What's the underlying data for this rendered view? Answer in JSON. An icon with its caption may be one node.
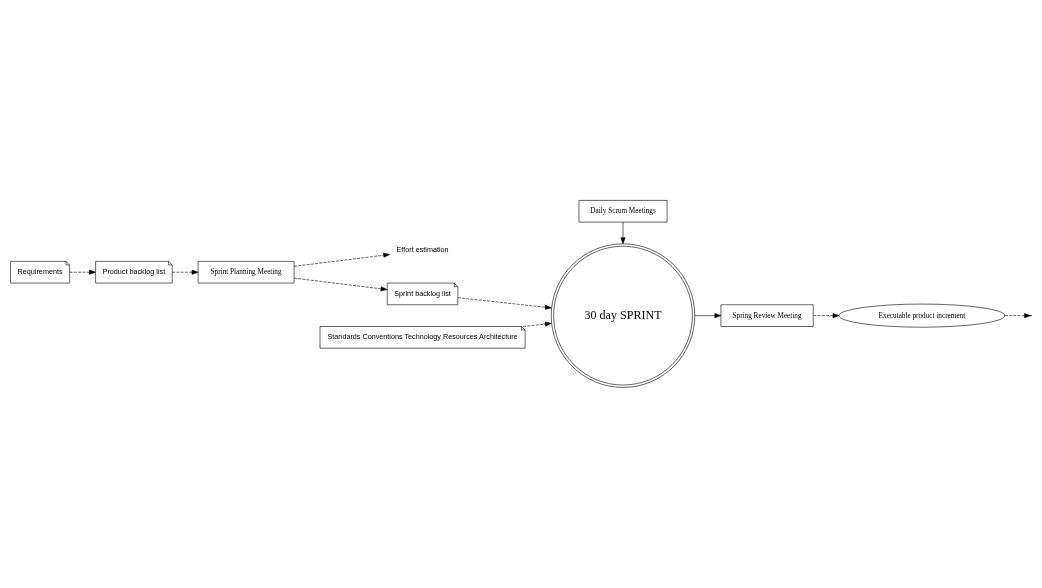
{
  "diagram": {
    "nodes": [
      {
        "text": [
          "Requirements"
        ]
      },
      {
        "text": [
          "Product backlog list"
        ]
      },
      {
        "text": [
          "Sprint Planning Meeting"
        ]
      },
      {
        "text": [
          "Effort estimation"
        ]
      },
      {
        "text": [
          "Sprint backlog list"
        ]
      },
      {
        "text": [
          "Standards Conventions Technology Resources Architecture"
        ]
      },
      {
        "text": [
          "Daily Scrum Meetings"
        ]
      },
      {
        "text": [
          "30 day SPRINT"
        ]
      },
      {
        "text": [
          "Spring Review Meeting"
        ]
      },
      {
        "text": [
          "Executable product increment"
        ]
      }
    ],
    "edges": [
      {
        "from": 0,
        "to": 1,
        "arrow": "to",
        "style": "dashed"
      },
      {
        "from": 1,
        "to": 2,
        "arrow": "to",
        "style": "dashed"
      },
      {
        "from": 2,
        "to": 3,
        "arrow": "to",
        "style": "dashed"
      },
      {
        "from": 2,
        "to": 4,
        "arrow": "to",
        "style": "dashed"
      },
      {
        "from": 4,
        "to": 7,
        "arrow": "to",
        "style": "dashed"
      },
      {
        "from": 5,
        "to": 7,
        "arrow": "to",
        "style": "dashed"
      },
      {
        "from": 6,
        "to": 7,
        "arrow": "to"
      },
      {
        "from": 7,
        "to": 8,
        "arrow": "to"
      },
      {
        "from": 8,
        "to": 9,
        "arrow": "to",
        "style": "dashed"
      },
      {
        "from": 9,
        "to": null,
        "arrow": "to",
        "style": "dashed"
      }
    ]
  }
}
